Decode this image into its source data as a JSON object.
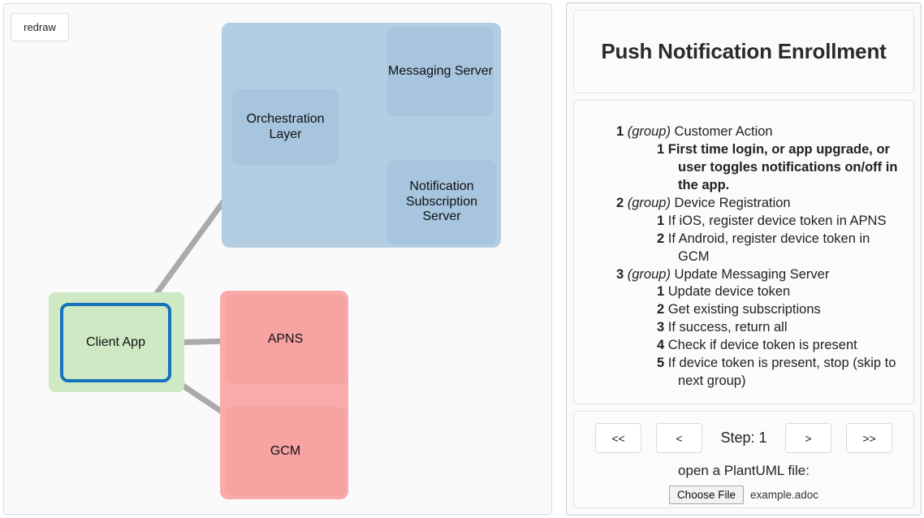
{
  "toolbar": {
    "redraw_label": "redraw"
  },
  "diagram": {
    "groups": [
      {
        "id": "blue",
        "label": "",
        "color": "#b3cde3"
      },
      {
        "id": "red",
        "label": "",
        "color": "#f9aba9"
      },
      {
        "id": "green",
        "label": "",
        "color": "#cfe9c4"
      }
    ],
    "nodes": [
      {
        "id": "orchestration",
        "label": "Orchestration Layer",
        "color": "#a7c5de"
      },
      {
        "id": "messaging",
        "label": "Messaging Server",
        "color": "#a7c5de"
      },
      {
        "id": "notification",
        "label": "Notification Subscription Server",
        "color": "#a7c5de"
      },
      {
        "id": "clientapp",
        "label": "Client App",
        "color": "#cfe9c4",
        "highlight": "#1572bd"
      },
      {
        "id": "apns",
        "label": "APNS",
        "color": "#f7a3a1"
      },
      {
        "id": "gcm",
        "label": "GCM",
        "color": "#f7a3a1"
      }
    ],
    "edges": [
      {
        "from": "orchestration",
        "to": "messaging"
      },
      {
        "from": "orchestration",
        "to": "notification"
      },
      {
        "from": "orchestration",
        "to": "clientapp"
      },
      {
        "from": "clientapp",
        "to": "apns"
      },
      {
        "from": "clientapp",
        "to": "gcm"
      }
    ],
    "edge_color": "#aaaaaa"
  },
  "sidebar": {
    "title": "Push Notification Enrollment",
    "groups": [
      {
        "num": "1",
        "tag": "(group)",
        "name": "Customer Action",
        "steps": [
          {
            "num": "1",
            "text": "First time login, or app upgrade, or user toggles notifications on/off in the app.",
            "bold": true
          }
        ]
      },
      {
        "num": "2",
        "tag": "(group)",
        "name": "Device Registration",
        "steps": [
          {
            "num": "1",
            "text": "If iOS, register device token in APNS",
            "bold": false
          },
          {
            "num": "2",
            "text": "If Android, register device token in GCM",
            "bold": false
          }
        ]
      },
      {
        "num": "3",
        "tag": "(group)",
        "name": "Update Messaging Server",
        "steps": [
          {
            "num": "1",
            "text": "Update device token",
            "bold": false
          },
          {
            "num": "2",
            "text": "Get existing subscriptions",
            "bold": false
          },
          {
            "num": "3",
            "text": "If success, return all",
            "bold": false
          },
          {
            "num": "4",
            "text": "Check if device token is present",
            "bold": false
          },
          {
            "num": "5",
            "text": "If device token is present, stop (skip to next group)",
            "bold": false
          }
        ]
      }
    ],
    "nav": {
      "first_label": "<<",
      "prev_label": "<",
      "step_label": "Step: 1",
      "next_label": ">",
      "last_label": ">>"
    },
    "file": {
      "prompt": "open a PlantUML file:",
      "choose_label": "Choose File",
      "filename": "example.adoc"
    }
  }
}
